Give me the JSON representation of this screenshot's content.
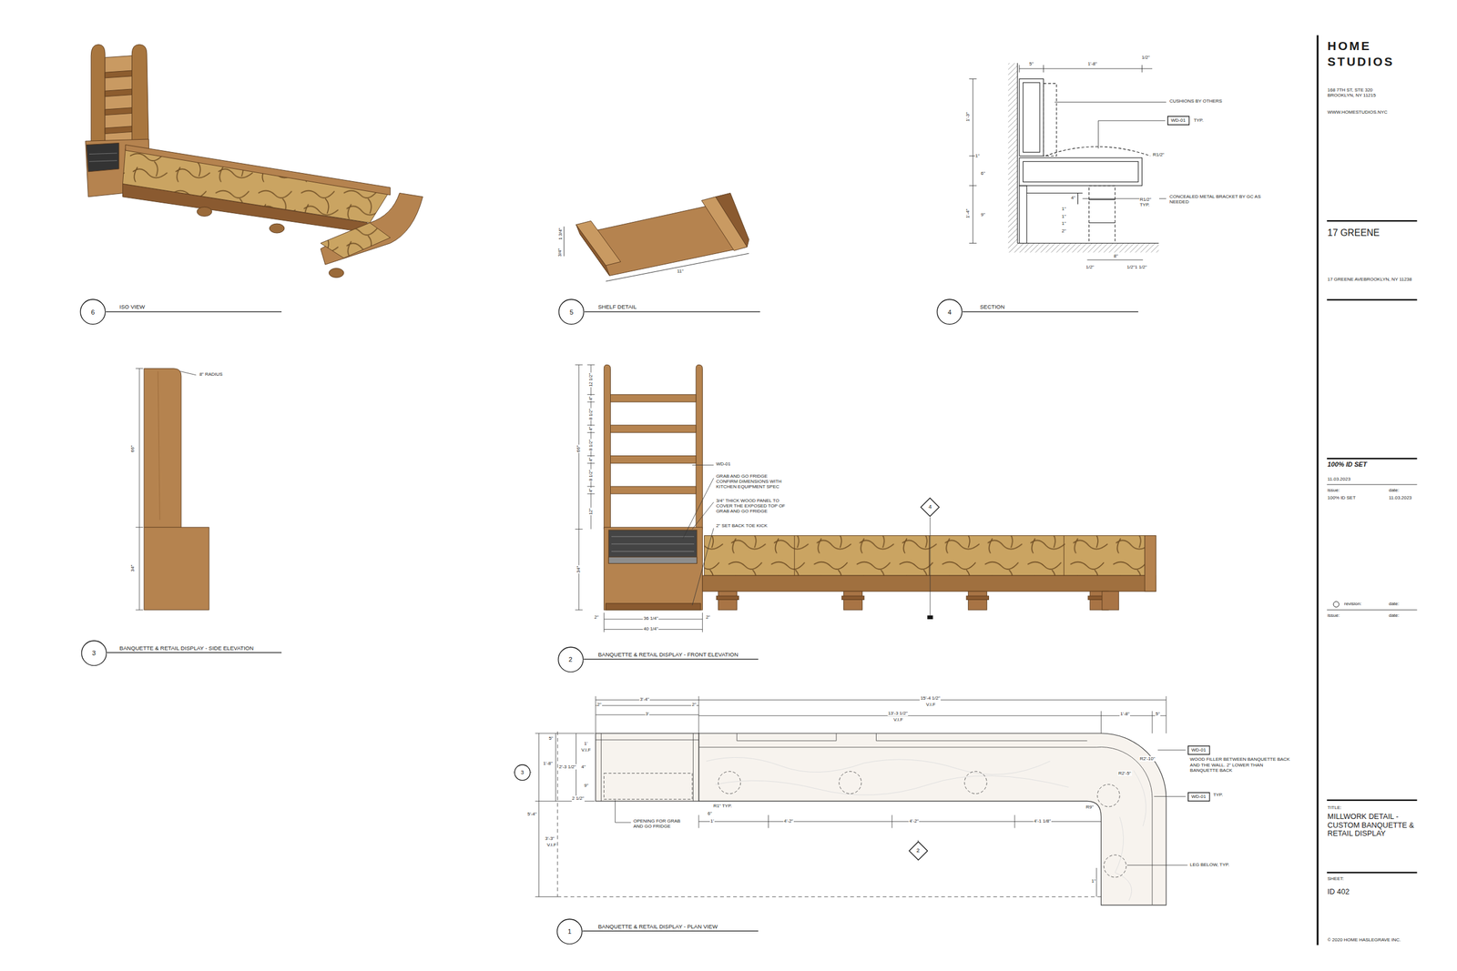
{
  "diagram": {
    "nodes": [
      {
        "text": [
          "6"
        ]
      },
      {
        "text": [
          "5"
        ]
      },
      {
        "text": [
          "4"
        ]
      },
      {
        "text": [
          "WD-01"
        ]
      },
      {
        "text": [
          "3"
        ]
      },
      {
        "text": [
          "4"
        ]
      },
      {
        "text": [
          "2"
        ]
      },
      {
        "text": [
          "3"
        ]
      },
      {
        "text": [
          "WD-01"
        ]
      },
      {
        "text": [
          "WD-01"
        ]
      },
      {
        "text": [
          "2"
        ]
      },
      {
        "text": [
          "1"
        ]
      }
    ],
    "labels": [
      "HOME",
      "STUDIOS",
      "168 7TH ST, STE 320",
      "BROOKLYN, NY 11215",
      "WWW.HOMESTUDIOS.NYC",
      "17 GREENE",
      "17 GREENE AVEBROOKLYN, NY 11238",
      "100% ID SET",
      "11.03.2023",
      "issue:",
      "date:",
      "100% ID SET",
      "11.03.2023",
      "revision:",
      "date:",
      "issue:",
      "date:",
      "TITLE:",
      "MILLWORK DETAIL - CUSTOM BANQUETTE & RETAIL DISPLAY",
      "SHEET:",
      "ID 402",
      "© 2020 HOME HASLEGRAVE INC.",
      "ISO VIEW",
      "SHELF DETAIL",
      "SECTION",
      "BANQUETTE & RETAIL DISPLAY - SIDE ELEVATION",
      "BANQUETTE & RETAIL DISPLAY - FRONT ELEVATION",
      "BANQUETTE & RETAIL DISPLAY - PLAN VIEW",
      "1 3/4\"",
      "3/4\"",
      "11\"",
      "5\"",
      "1'-8\"",
      "1/2\"",
      "1'-3\"",
      "1\"",
      "6\"",
      "1'-4\"",
      "9\"",
      "CUSHIONS BY OTHERS",
      "TYP.",
      "R1/2\"",
      "4\"",
      "CONCEALED METAL BRACKET BY GC AS NEEDED",
      "R1/2\" TYP.",
      "1\"",
      "1\"",
      "1\"",
      "2\"",
      "8\"",
      "1/2\"",
      "1/2\"1 1/2\"",
      "8\" RADIUS",
      "66\"",
      "34\"",
      "66\"",
      "34\"",
      "12 1/2\"",
      "4\"",
      "8 1/2\"",
      "4\"",
      "8 1/2\"",
      "4\"",
      "8 1/2\"",
      "4\"",
      "12\"",
      "WD-01",
      "GRAB AND GO FRIDGE CONFIRM DIMENSIONS WITH KITCHEN EQUIPMENT SPEC",
      "3/4\" THICK WOOD PANEL TO COVER THE EXPOSED TOP OF GRAB AND GO FRIDGE",
      "2\" SET BACK TOE KICK",
      "36 1/4\"",
      "40 1/4\"",
      "2\"",
      "2\"",
      "3'-4\"",
      "2\"",
      "3'",
      "2\"",
      "15'-4 1/2\"",
      "V.I.F",
      "13'-3 1/2\"",
      "V.I.F",
      "1'-8\"",
      "5\"",
      "5\"",
      "1'",
      "V.I.F",
      "1'-8\"",
      "2'-3 1/2\"",
      "4\"",
      "9\"",
      "2 1/2\"",
      "5'-4\"",
      "3'-3\"",
      "V.I.F",
      "R1\" TYP.",
      "6\"",
      "1'",
      "4'-2\"",
      "4'-2\"",
      "4'-1 1/8\"",
      "R9\"",
      "R2'-10\"",
      "R2'-5\"",
      "OPENING FOR GRAB AND GO FRIDGE",
      "WOOD FILLER BETWEEN BANQUETTE BACK AND THE WALL. 2\" LOWER THAN BANQUETTE BACK",
      "TYP.",
      "LEG BELOW, TYP.",
      "1\""
    ]
  }
}
